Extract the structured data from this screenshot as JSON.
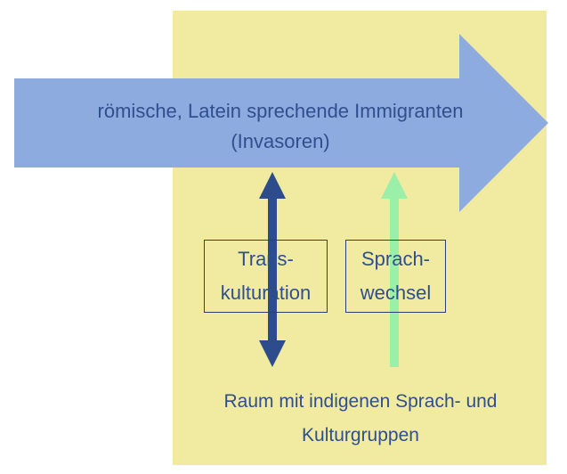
{
  "colors": {
    "region_fill": "#f0eba0",
    "main_arrow": "#8eabdf",
    "transculturation_arrow": "#2c4c8c",
    "language_shift_arrow": "#9af0a8",
    "text": "#2f4f8f"
  },
  "main_arrow": {
    "line1": "römische, Latein sprechende Immigranten",
    "line2": "(Invasoren)"
  },
  "boxes": {
    "transculturation": {
      "line1": "Trans-",
      "line2": "kulturation"
    },
    "language_shift": {
      "line1": "Sprach-",
      "line2": "wechsel"
    }
  },
  "region": {
    "line1": "Raum mit indigenen Sprach- und",
    "line2": "Kulturgruppen"
  }
}
